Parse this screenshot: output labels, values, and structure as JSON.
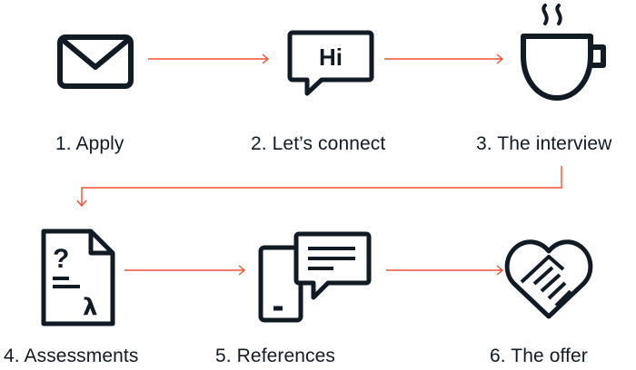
{
  "steps": [
    {
      "label": "1. Apply",
      "icon": "envelope-icon"
    },
    {
      "label": "2. Let’s connect",
      "icon": "speech-bubble-icon",
      "bubble_text": "Hi"
    },
    {
      "label": "3. The interview",
      "icon": "coffee-cup-icon"
    },
    {
      "label": "4. Assessments",
      "icon": "assessment-document-icon",
      "doc_marks": [
        "?",
        "λ"
      ]
    },
    {
      "label": "5. References",
      "icon": "phone-chat-icon"
    },
    {
      "label": "6. The offer",
      "icon": "handshake-heart-icon"
    }
  ],
  "colors": {
    "icon_stroke": "#121a24",
    "arrow": "#f0512e",
    "text": "#121a24",
    "background": "#ffffff"
  }
}
